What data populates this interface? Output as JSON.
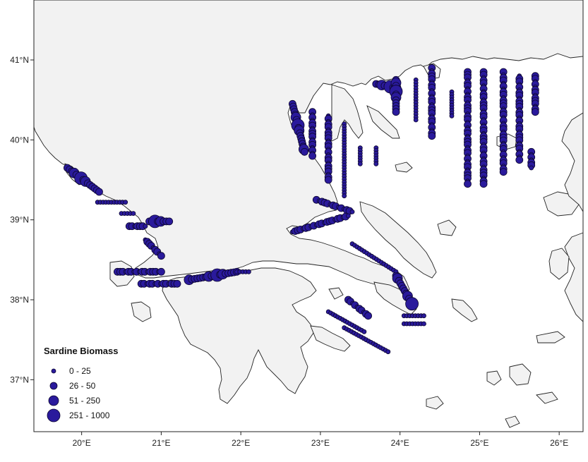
{
  "map": {
    "x_ticks": [
      "20°E",
      "21°E",
      "22°E",
      "23°E",
      "24°E",
      "25°E",
      "26°E"
    ],
    "y_ticks": [
      "41°N",
      "40°N",
      "39°N",
      "38°N",
      "37°N"
    ],
    "lon_range": [
      19.4,
      26.3
    ],
    "lat_range": [
      36.35,
      41.75
    ],
    "colors": {
      "land": "#f2f2f2",
      "sea": "#ffffff",
      "marker": "#2a1a9c",
      "outline": "#222222"
    }
  },
  "legend": {
    "title": "Sardine Biomass",
    "classes": [
      {
        "label": "0 - 25",
        "size_class": 1
      },
      {
        "label": "26 - 50",
        "size_class": 2
      },
      {
        "label": "51 - 250",
        "size_class": 3
      },
      {
        "label": "251 - 1000",
        "size_class": 4
      }
    ]
  },
  "chart_data": {
    "type": "scatter",
    "transects": [
      {
        "lon": [
          19.82,
          20.22
        ],
        "lat": [
          39.65,
          39.35
        ],
        "size_class": 3
      },
      {
        "lon": [
          20.2,
          20.55
        ],
        "lat": [
          39.22,
          39.22
        ],
        "size_class": 1
      },
      {
        "lon": [
          20.5,
          20.65
        ],
        "lat": [
          39.08,
          39.08
        ],
        "size_class": 1
      },
      {
        "lon": [
          20.6,
          20.8
        ],
        "lat": [
          38.92,
          38.92
        ],
        "size_class": 2
      },
      {
        "lon": [
          20.85,
          21.1
        ],
        "lat": [
          38.98,
          38.98
        ],
        "size_class": 3
      },
      {
        "lon": [
          20.8,
          21.0
        ],
        "lat": [
          38.75,
          38.55
        ],
        "size_class": 2
      },
      {
        "lon": [
          20.45,
          21.0
        ],
        "lat": [
          38.35,
          38.35
        ],
        "size_class": 2
      },
      {
        "lon": [
          20.75,
          21.2
        ],
        "lat": [
          38.2,
          38.2
        ],
        "size_class": 2
      },
      {
        "lon": [
          21.35,
          21.95
        ],
        "lat": [
          38.25,
          38.35
        ],
        "size_class": 3
      },
      {
        "lon": [
          21.95,
          22.1
        ],
        "lat": [
          38.35,
          38.35
        ],
        "size_class": 1
      },
      {
        "lon": [
          22.65,
          22.8
        ],
        "lat": [
          40.45,
          39.85
        ],
        "size_class": 3
      },
      {
        "lon": [
          22.9,
          22.9
        ],
        "lat": [
          40.35,
          39.8
        ],
        "size_class": 2
      },
      {
        "lon": [
          23.1,
          23.1
        ],
        "lat": [
          40.3,
          39.5
        ],
        "size_class": 2
      },
      {
        "lon": [
          23.3,
          23.3
        ],
        "lat": [
          40.2,
          39.3
        ],
        "size_class": 1
      },
      {
        "lon": [
          23.5,
          23.5
        ],
        "lat": [
          39.9,
          39.7
        ],
        "size_class": 1
      },
      {
        "lon": [
          23.7,
          23.7
        ],
        "lat": [
          39.9,
          39.7
        ],
        "size_class": 1
      },
      {
        "lon": [
          22.95,
          23.4
        ],
        "lat": [
          39.25,
          39.1
        ],
        "size_class": 2
      },
      {
        "lon": [
          22.65,
          23.35
        ],
        "lat": [
          38.85,
          39.05
        ],
        "size_class": 2
      },
      {
        "lon": [
          23.4,
          23.95
        ],
        "lat": [
          38.7,
          38.35
        ],
        "size_class": 1
      },
      {
        "lon": [
          23.95,
          24.15
        ],
        "lat": [
          38.3,
          37.95
        ],
        "size_class": 3
      },
      {
        "lon": [
          24.05,
          24.3
        ],
        "lat": [
          37.8,
          37.8
        ],
        "size_class": 1
      },
      {
        "lon": [
          24.05,
          24.3
        ],
        "lat": [
          37.7,
          37.7
        ],
        "size_class": 1
      },
      {
        "lon": [
          23.35,
          23.6
        ],
        "lat": [
          38.0,
          37.8
        ],
        "size_class": 2
      },
      {
        "lon": [
          23.1,
          23.55
        ],
        "lat": [
          37.85,
          37.6
        ],
        "size_class": 1
      },
      {
        "lon": [
          23.3,
          23.85
        ],
        "lat": [
          37.65,
          37.35
        ],
        "size_class": 1
      },
      {
        "lon": [
          23.7,
          23.95
        ],
        "lat": [
          40.7,
          40.65
        ],
        "size_class": 3
      },
      {
        "lon": [
          23.95,
          23.95
        ],
        "lat": [
          40.75,
          40.35
        ],
        "size_class": 3
      },
      {
        "lon": [
          24.2,
          24.2
        ],
        "lat": [
          40.75,
          40.25
        ],
        "size_class": 1
      },
      {
        "lon": [
          24.4,
          24.4
        ],
        "lat": [
          40.9,
          40.05
        ],
        "size_class": 2
      },
      {
        "lon": [
          24.65,
          24.65
        ],
        "lat": [
          40.6,
          40.3
        ],
        "size_class": 1
      },
      {
        "lon": [
          24.85,
          24.85
        ],
        "lat": [
          40.85,
          39.45
        ],
        "size_class": 2
      },
      {
        "lon": [
          25.05,
          25.05
        ],
        "lat": [
          40.85,
          39.45
        ],
        "size_class": 2
      },
      {
        "lon": [
          25.3,
          25.3
        ],
        "lat": [
          40.85,
          39.6
        ],
        "size_class": 2
      },
      {
        "lon": [
          25.5,
          25.5
        ],
        "lat": [
          40.8,
          39.75
        ],
        "size_class": 2
      },
      {
        "lon": [
          25.7,
          25.7
        ],
        "lat": [
          40.8,
          40.35
        ],
        "size_class": 2
      },
      {
        "lon": [
          25.65,
          25.65
        ],
        "lat": [
          39.85,
          39.65
        ],
        "size_class": 2
      }
    ]
  }
}
